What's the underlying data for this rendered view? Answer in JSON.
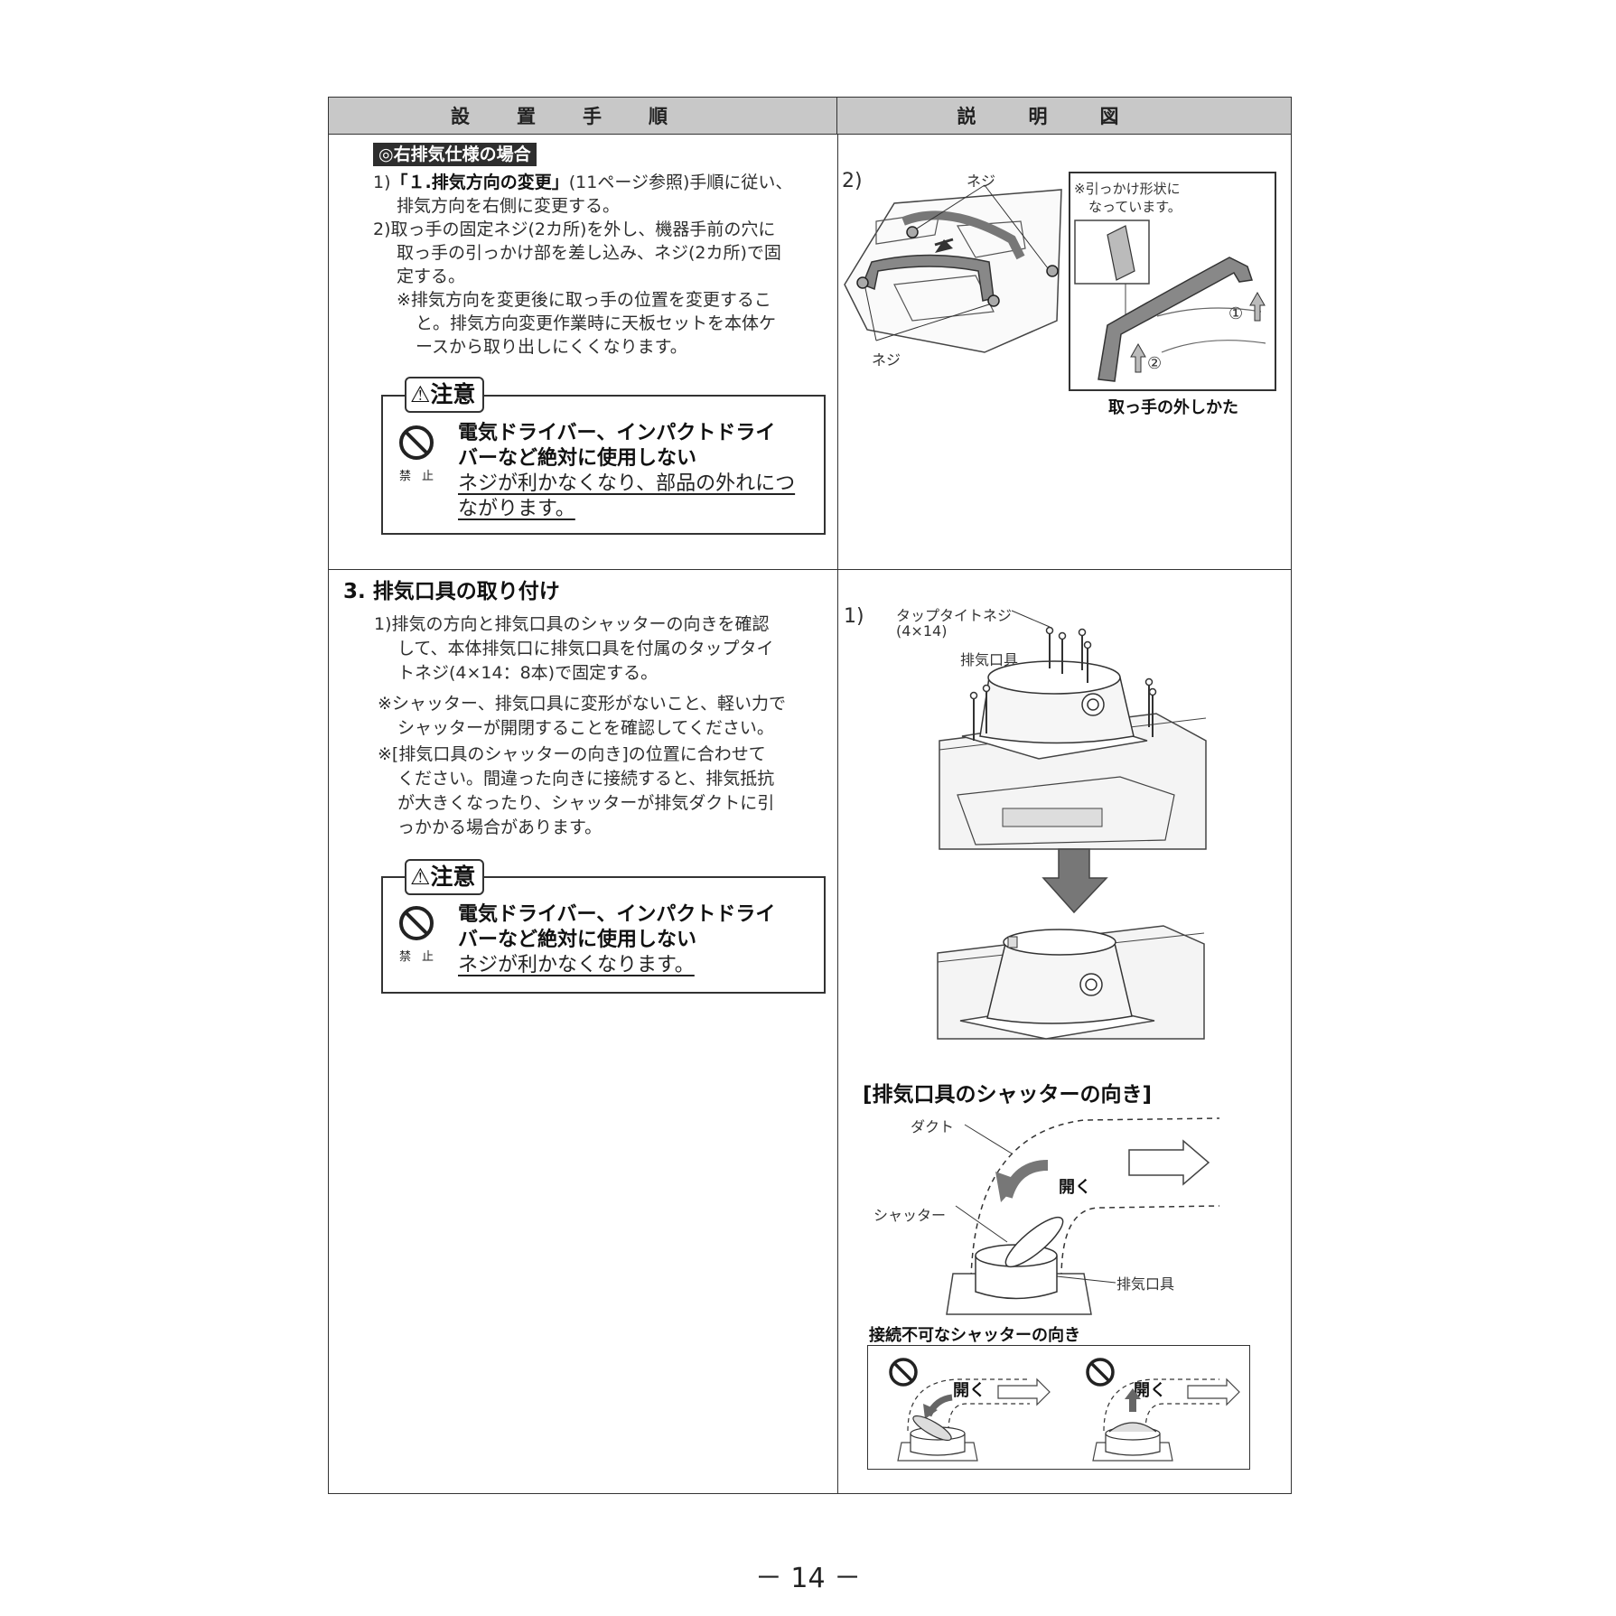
{
  "header": {
    "left": "設置手順",
    "right": "説明図"
  },
  "section_right_exhaust": {
    "badge": "◎右排気仕様の場合",
    "step1_num": "1)",
    "step1_quote": "「１.排気方向の変更」",
    "step1_rest": "(11ページ参照)手順に従い、",
    "step1_line2": "排気方向を右側に変更する。",
    "step2_line1": "2)取っ手の固定ネジ(2カ所)を外し、機器手前の穴に",
    "step2_line2": "取っ手の引っかけ部を差し込み、ネジ(2カ所)で固",
    "step2_line3": "定する。",
    "note_line1": "※排気方向を変更後に取っ手の位置を変更するこ",
    "note_line2": "と。排気方向変更作業時に天板セットを本体ケ",
    "note_line3": "ースから取り出しにくくなります。",
    "caution": {
      "tab": "⚠注意",
      "kinshi": "禁止",
      "head1": "電気ドライバー、インパクトドライ",
      "head2": "バーなど絶対に使用しない",
      "body1": "ネジが利かなくなり、部品の外れにつ",
      "body2": "ながります。"
    },
    "figure": {
      "num": "2)",
      "screw_top": "ネジ",
      "screw_bottom": "ネジ",
      "hook_note1": "※引っかけ形状に",
      "hook_note2": "なっています。",
      "marker1": "①",
      "marker2": "②",
      "caption": "取っ手の外しかた"
    }
  },
  "section3": {
    "title": "3. 排気口具の取り付け",
    "step1_line1": "1)排気の方向と排気口具のシャッターの向きを確認",
    "step1_line2": "して、本体排気口に排気口具を付属のタップタイ",
    "step1_line3": "トネジ(4×14：8本)で固定する。",
    "note1_line1": "※シャッター、排気口具に変形がないこと、軽い力で",
    "note1_line2": "シャッターが開閉することを確認してください。",
    "note2_line1": "※[排気口具のシャッターの向き]の位置に合わせて",
    "note2_line2": "ください。間違った向きに接続すると、排気抵抗",
    "note2_line3": "が大きくなったり、シャッターが排気ダクトに引",
    "note2_line4": "っかかる場合があります。",
    "caution": {
      "tab": "⚠注意",
      "kinshi": "禁止",
      "head1": "電気ドライバー、インパクトドライ",
      "head2": "バーなど絶対に使用しない",
      "body1": "ネジが利かなくなります。"
    },
    "figure": {
      "num": "1)",
      "screw_label1": "タップタイトネジ",
      "screw_label2": "(4×14)",
      "outlet_label": "排気口具",
      "shutter_title": "[排気口具のシャッターの向き]",
      "duct": "ダクト",
      "open": "開く",
      "shutter": "シャッター",
      "outlet": "排気口具",
      "ng_title": "接続不可なシャッターの向き",
      "ng_open1": "開く",
      "ng_open2": "開く"
    }
  },
  "page_number": "－ 14 －"
}
